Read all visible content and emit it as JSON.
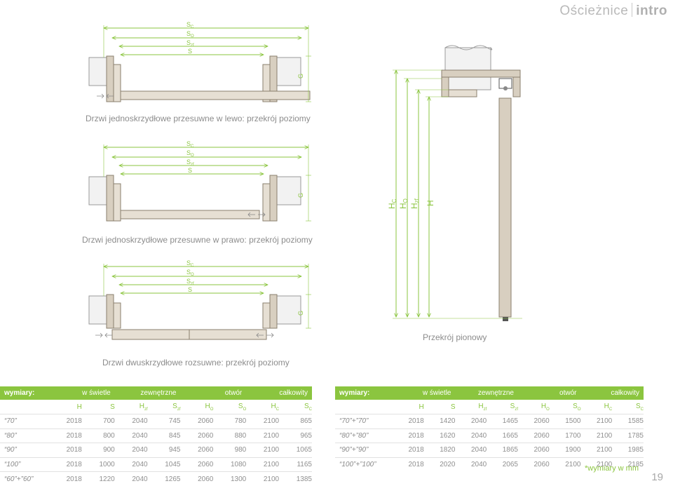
{
  "brand": {
    "name": "Ościeżnice",
    "product": "intro"
  },
  "page_number": "19",
  "captions": {
    "left_slide": "Drzwi jednoskrzydłowe przesuwne w lewo: przekrój poziomy",
    "right_slide": "Drzwi jednoskrzydłowe przesuwne w prawo: przekrój poziomy",
    "double": "Drzwi dwuskrzydłowe rozsuwne: przekrój poziomy",
    "vertical": "Przekrój pionowy"
  },
  "dims": {
    "sc": "S",
    "so": "S",
    "szf": "S",
    "s": "S",
    "g": "G",
    "hc": "H",
    "ho": "H",
    "hzf": "H",
    "h": "H",
    "sub_c": "C",
    "sub_o": "O",
    "sub_zf": "zf"
  },
  "table_headers": {
    "label": "wymiary:",
    "groups": [
      "w świetle",
      "zewnętrzne",
      "otwór",
      "całkowity"
    ],
    "cols": [
      "H",
      "S",
      "H",
      "S",
      "H",
      "S",
      "H",
      "S"
    ],
    "subs": [
      "",
      "",
      "zf",
      "zf",
      "O",
      "O",
      "C",
      "C"
    ]
  },
  "table_left": {
    "rows": [
      {
        "size": "70",
        "values": [
          "2018",
          "700",
          "2040",
          "745",
          "2060",
          "780",
          "2100",
          "865"
        ]
      },
      {
        "size": "80",
        "values": [
          "2018",
          "800",
          "2040",
          "845",
          "2060",
          "880",
          "2100",
          "965"
        ]
      },
      {
        "size": "90",
        "values": [
          "2018",
          "900",
          "2040",
          "945",
          "2060",
          "980",
          "2100",
          "1065"
        ]
      },
      {
        "size": "100",
        "values": [
          "2018",
          "1000",
          "2040",
          "1045",
          "2060",
          "1080",
          "2100",
          "1165"
        ]
      },
      {
        "size": "60”+”60",
        "values": [
          "2018",
          "1220",
          "2040",
          "1265",
          "2060",
          "1300",
          "2100",
          "1385"
        ]
      }
    ]
  },
  "table_right": {
    "rows": [
      {
        "size": "70”+”70",
        "values": [
          "2018",
          "1420",
          "2040",
          "1465",
          "2060",
          "1500",
          "2100",
          "1585"
        ]
      },
      {
        "size": "80”+”80",
        "values": [
          "2018",
          "1620",
          "2040",
          "1665",
          "2060",
          "1700",
          "2100",
          "1785"
        ]
      },
      {
        "size": "90”+”90",
        "values": [
          "2018",
          "1820",
          "2040",
          "1865",
          "2060",
          "1900",
          "2100",
          "1985"
        ]
      },
      {
        "size": "100”+”100",
        "values": [
          "2018",
          "2020",
          "2040",
          "2065",
          "2060",
          "2100",
          "2100",
          "2185"
        ]
      }
    ]
  },
  "footnote": "*wymiary w mm",
  "colors": {
    "accent": "#8bc53f",
    "frame": "#d8cfc0",
    "frame_edge": "#8a7f6e",
    "wall": "#f2f2f2",
    "wall_edge": "#999999"
  }
}
